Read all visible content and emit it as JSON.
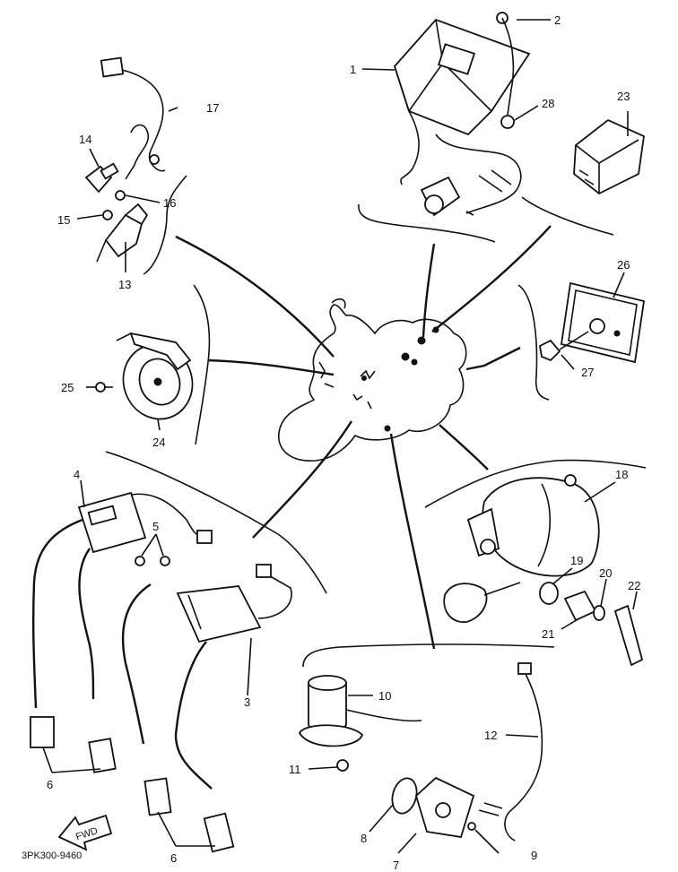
{
  "labels": {
    "p1": "1",
    "p2": "2",
    "p3": "3",
    "p4": "4",
    "p5": "5",
    "p6a": "6",
    "p6b": "6",
    "p7": "7",
    "p8": "8",
    "p9": "9",
    "p10": "10",
    "p11": "11",
    "p12": "12",
    "p13": "13",
    "p14": "14",
    "p15": "15",
    "p16": "16",
    "p17": "17",
    "p18": "18",
    "p19": "19",
    "p20": "20",
    "p21": "21",
    "p22": "22",
    "p23": "23",
    "p24": "24",
    "p25": "25",
    "p26": "26",
    "p27": "27",
    "p28": "28"
  },
  "drawing_code": "3PK300-9460",
  "fwd_arrow_text": "FWD"
}
